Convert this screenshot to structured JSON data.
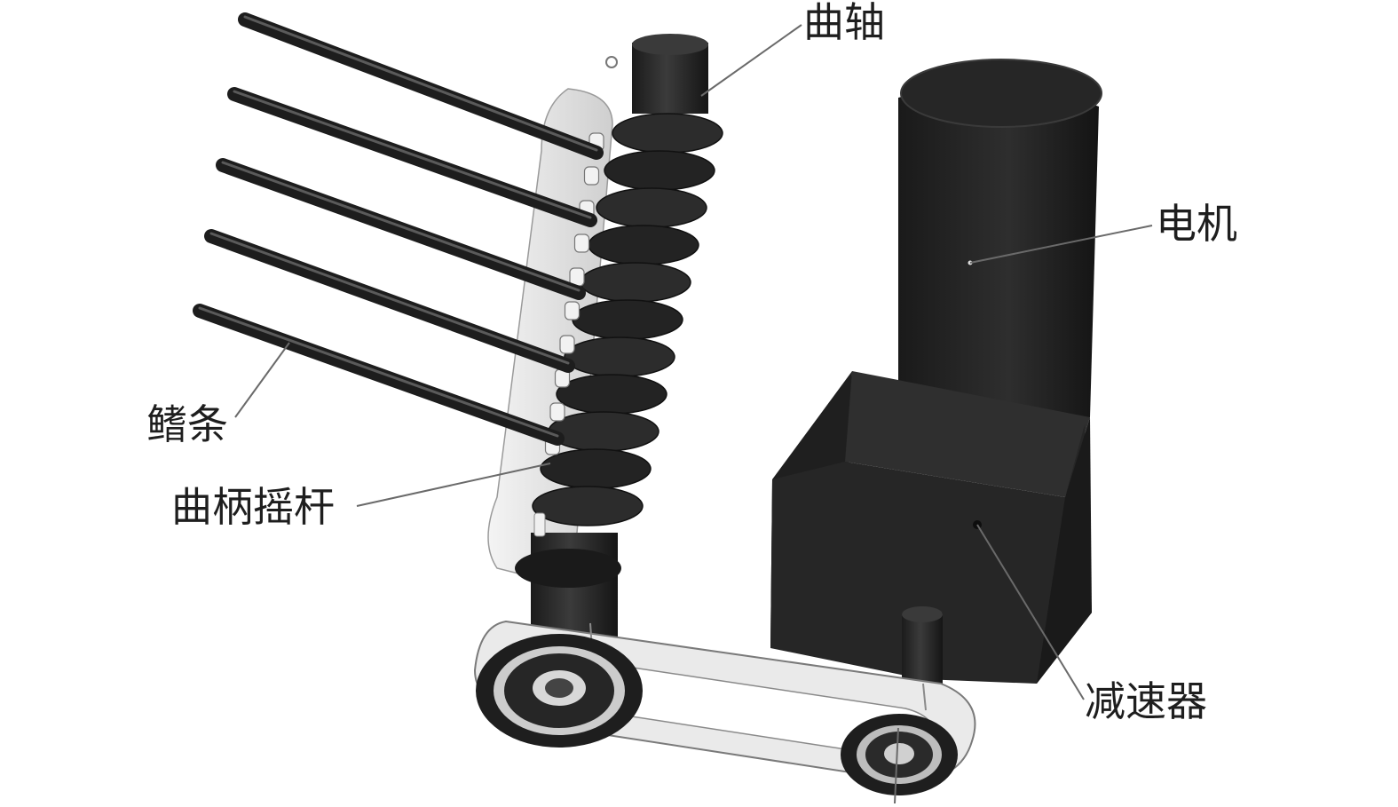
{
  "labels": {
    "crankshaft": "曲轴",
    "motor": "电机",
    "fin": "鳍条",
    "crank_rocker": "曲柄摇杆",
    "reducer": "减速器"
  },
  "colors": {
    "dark_part": "#2a2a2a",
    "light_part": "#e6e6e6",
    "leader_line": "#6a6a6a",
    "label_text": "#1e1e1e",
    "background": "#ffffff"
  }
}
